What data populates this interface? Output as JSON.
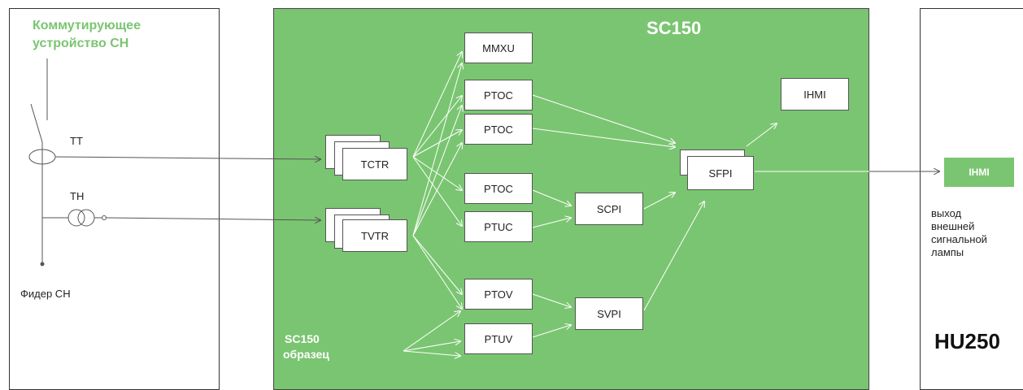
{
  "left_panel": {
    "title_line1": "Коммутирующее",
    "title_line2": "устройство СН",
    "tt_label": "ТТ",
    "tn_label": "ТН",
    "feeder_label": "Фидер СН"
  },
  "center_panel": {
    "title": "SC150",
    "sample_line1": "SC150",
    "sample_line2": "образец",
    "nodes": {
      "tctr": "TCTR",
      "tvtr": "TVTR",
      "mmxu": "MMXU",
      "ptoc1": "PTOC",
      "ptoc2": "PTOC",
      "ptoc3": "PTOC",
      "ptuc": "PTUC",
      "ptov": "PTOV",
      "ptuv": "PTUV",
      "scpi": "SCPI",
      "svpi": "SVPI",
      "sfpi": "SFPI",
      "ihmi": "IHMI"
    }
  },
  "right_panel": {
    "ihmi": "IHMI",
    "desc_line1": "выход",
    "desc_line2": "внешней",
    "desc_line3": "сигнальной",
    "desc_line4": "лампы",
    "title": "HU250"
  },
  "colors": {
    "panel_green": "#7ac571",
    "title_green": "#7ac571",
    "line_dark": "#555555",
    "arrow_white": "#ffffff"
  }
}
